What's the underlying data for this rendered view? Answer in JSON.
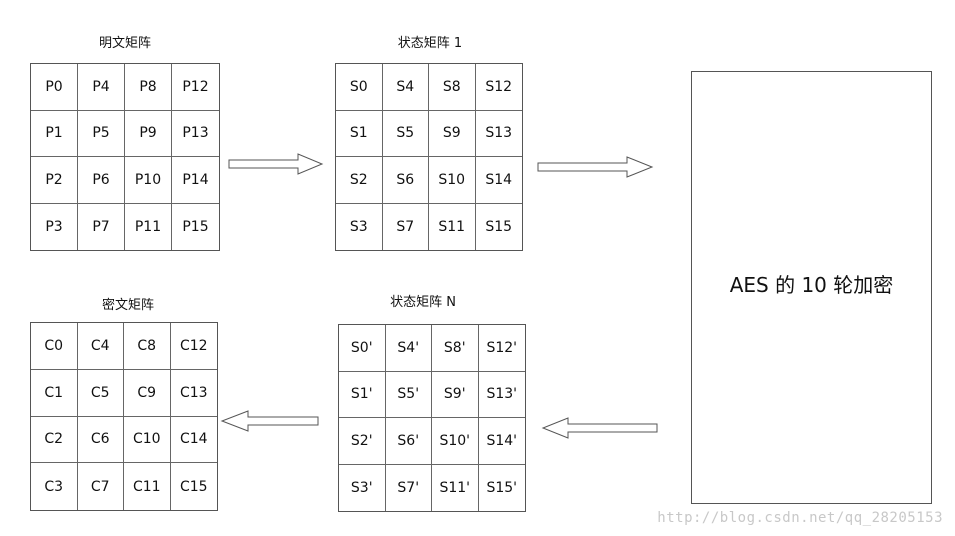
{
  "plaintext": {
    "title": "明文矩阵",
    "cells": [
      "P0",
      "P4",
      "P8",
      "P12",
      "P1",
      "P5",
      "P9",
      "P13",
      "P2",
      "P6",
      "P10",
      "P14",
      "P3",
      "P7",
      "P11",
      "P15"
    ]
  },
  "state1": {
    "title": "状态矩阵 1",
    "cells": [
      "S0",
      "S4",
      "S8",
      "S12",
      "S1",
      "S5",
      "S9",
      "S13",
      "S2",
      "S6",
      "S10",
      "S14",
      "S3",
      "S7",
      "S11",
      "S15"
    ]
  },
  "ciphertext": {
    "title": "密文矩阵",
    "cells": [
      "C0",
      "C4",
      "C8",
      "C12",
      "C1",
      "C5",
      "C9",
      "C13",
      "C2",
      "C6",
      "C10",
      "C14",
      "C3",
      "C7",
      "C11",
      "C15"
    ]
  },
  "stateN": {
    "title": "状态矩阵 N",
    "cells": [
      "S0'",
      "S4'",
      "S8'",
      "S12'",
      "S1'",
      "S5'",
      "S9'",
      "S13'",
      "S2'",
      "S6'",
      "S10'",
      "S14'",
      "S3'",
      "S7'",
      "S11'",
      "S15'"
    ]
  },
  "aes_box": {
    "label": "AES 的 10 轮加密"
  },
  "watermark": "http://blog.csdn.net/qq_28205153"
}
